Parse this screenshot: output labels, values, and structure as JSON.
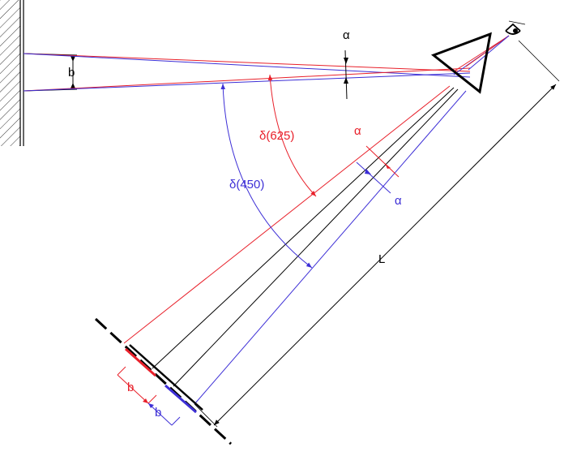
{
  "labels": {
    "alpha_top": "α",
    "b_slit": "b",
    "delta_red": "δ(625)",
    "delta_blue": "δ(450)",
    "alpha_red": "α",
    "alpha_blue": "α",
    "length": "L",
    "b_red_screen": "b",
    "b_blue_screen": "b"
  },
  "colors": {
    "red": "#e8202a",
    "blue": "#3d2fd6",
    "black": "#000000",
    "background": "#ffffff"
  }
}
